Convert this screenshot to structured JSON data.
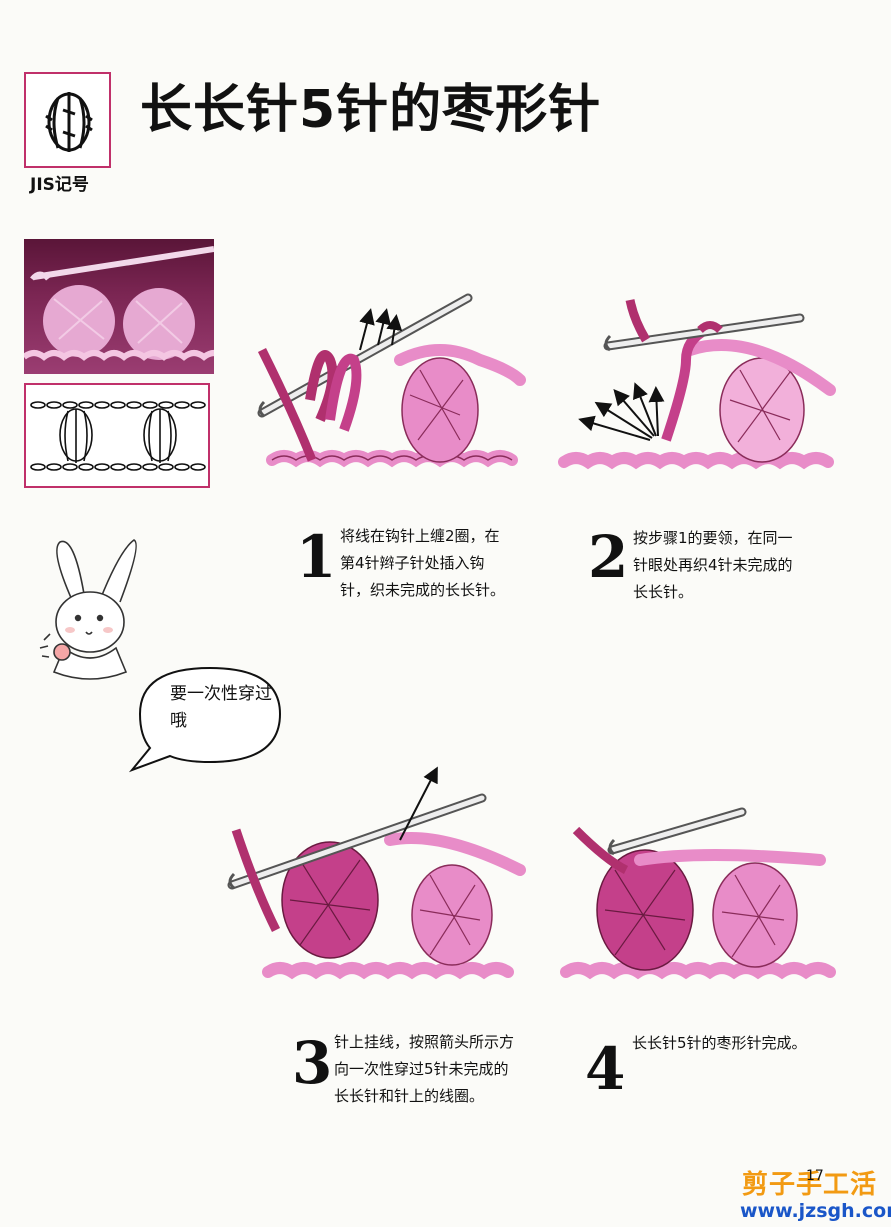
{
  "header": {
    "title": "长长针5针的枣形针",
    "jis_label": "JIS记号"
  },
  "speech_bubble": {
    "text": "要一次性穿过哦"
  },
  "steps": [
    {
      "number": "1",
      "text": "将线在钩针上缠2圈，在第4针辫子针处插入钩针，织未完成的长长针。"
    },
    {
      "number": "2",
      "text": "按步骤1的要领，在同一针眼处再织4针未完成的长长针。"
    },
    {
      "number": "3",
      "text": "针上挂线，按照箭头所示方向一次性穿过5针未完成的长长针和针上的线圈。"
    },
    {
      "number": "4",
      "text": "长长针5针的枣形针完成。"
    }
  ],
  "footer": {
    "page_number": "17",
    "brand": "剪子手工活",
    "url": "www.jzsgh.com"
  },
  "colors": {
    "accent": "#c0306a",
    "yarn": "#e88cc8",
    "yarn_dark": "#b0306e",
    "brand": "#f29a12",
    "url": "#1a56c8"
  }
}
